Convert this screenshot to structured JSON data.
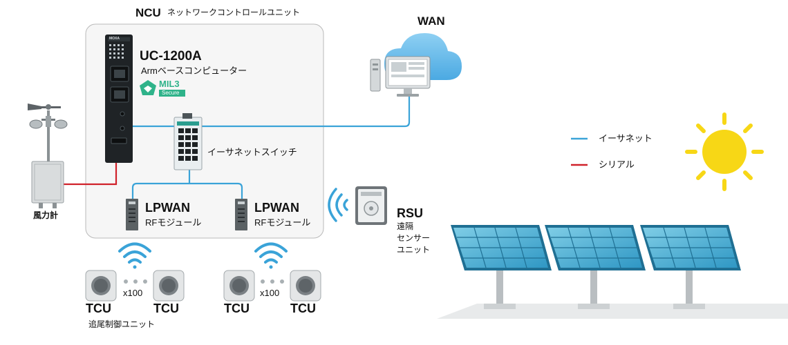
{
  "ncu": {
    "title": "NCU",
    "subtitle": "ネットワークコントロールユニット"
  },
  "computer": {
    "model": "UC-1200A",
    "description": "Armベースコンピューター",
    "brand": "MOXA",
    "badge_main": "MIL3",
    "badge_sub": "Secure"
  },
  "switch": {
    "label": "イーサネットスイッチ"
  },
  "wan": {
    "label": "WAN"
  },
  "lpwan": [
    {
      "title": "LPWAN",
      "subtitle": "RFモジュール"
    },
    {
      "title": "LPWAN",
      "subtitle": "RFモジュール"
    }
  ],
  "anemometer": {
    "label": "風力計"
  },
  "rsu": {
    "title": "RSU",
    "line1": "遠隔",
    "line2": "センサー",
    "line3": "ユニット"
  },
  "tcu_groups": [
    {
      "left": "TCU",
      "right": "TCU",
      "count": "x100"
    },
    {
      "left": "TCU",
      "right": "TCU",
      "count": "x100"
    }
  ],
  "tcu_caption": "追尾制御ユニット",
  "legend": [
    {
      "label": "イーサネット",
      "color": "#3aa3d8"
    },
    {
      "label": "シリアル",
      "color": "#d0212a"
    }
  ],
  "colors": {
    "ethernet": "#3aa3d8",
    "serial": "#d0212a",
    "sun": "#f7d716",
    "panel": "#4fb6d8",
    "badge": "#2fb38a"
  }
}
